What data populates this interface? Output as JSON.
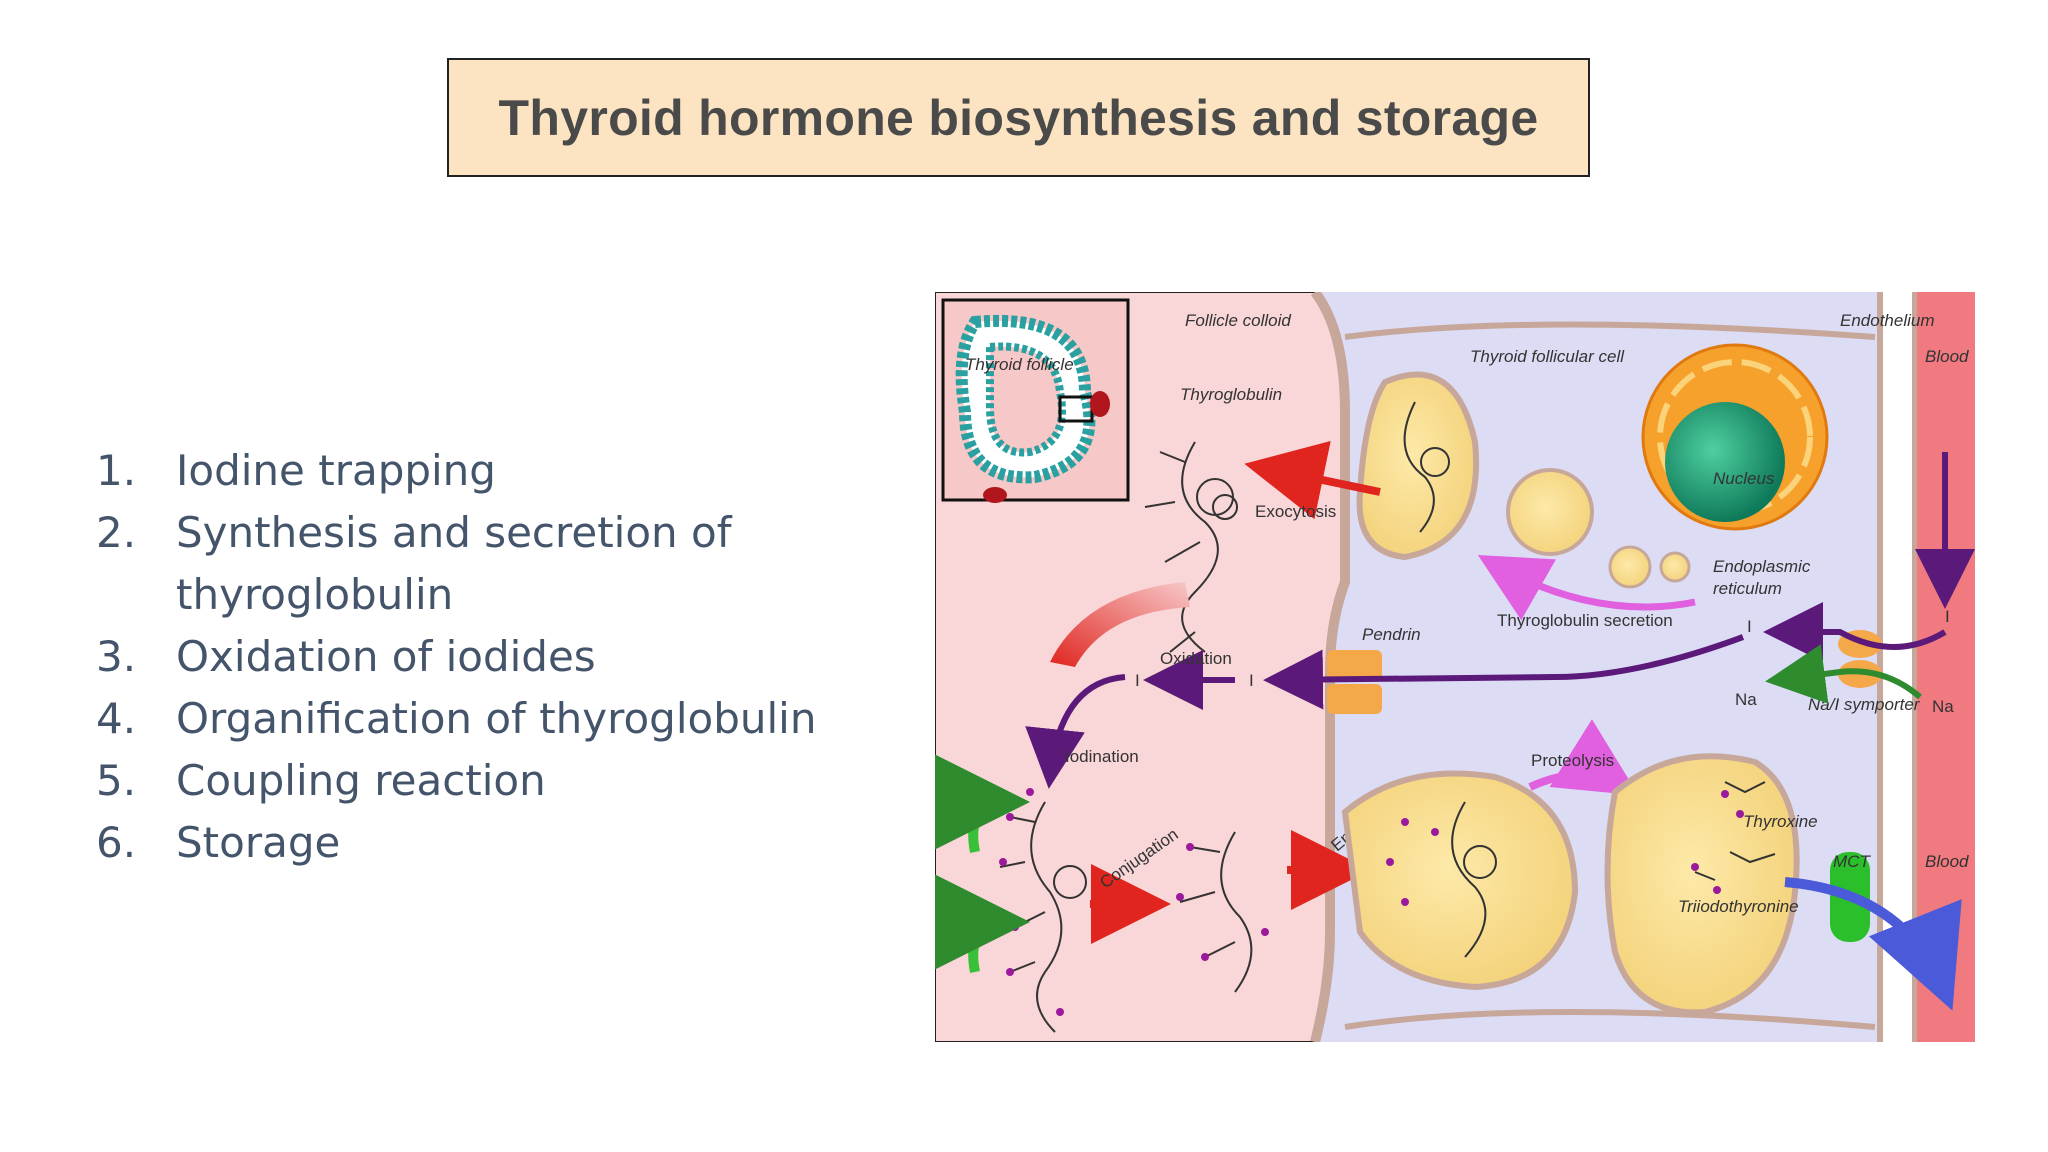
{
  "slide": {
    "title": "Thyroid hormone biosynthesis and storage",
    "steps": [
      {
        "num": "1.",
        "text": "Iodine trapping"
      },
      {
        "num": "2.",
        "text": "Synthesis and secretion of",
        "cont": "thyroglobulin"
      },
      {
        "num": "3.",
        "text": "Oxidation of iodides"
      },
      {
        "num": "4.",
        "text": "Organification of thyroglobulin"
      },
      {
        "num": "5.",
        "text": "Coupling reaction"
      },
      {
        "num": "6.",
        "text": "Storage"
      }
    ]
  },
  "diagram": {
    "labels": {
      "follicle_colloid": "Follicle colloid",
      "thyroid_follicle": "Thyroid follicle",
      "thyroglobulin": "Thyroglobulin",
      "thyroid_follicular_cell": "Thyroid follicular cell",
      "endothelium": "Endothelium",
      "blood_top": "Blood",
      "blood_bottom": "Blood",
      "nucleus": "Nucleus",
      "exocytosis": "Exocytosis",
      "endoplasmic": "Endoplasmic",
      "reticulum": "reticulum",
      "thyroglobulin_secretion": "Thyroglobulin secretion",
      "pendrin": "Pendrin",
      "oxidation": "Oxidation",
      "iodide_left": "I",
      "iodine_i0": "I",
      "iodide_cell": "I",
      "iodide_blood": "I",
      "na_left": "Na",
      "na_right": "Na",
      "na_i_symporter": "Na/I symporter",
      "iodination": "Iodination",
      "conjugation": "Conjugation",
      "endocytosis": "Endocytosis",
      "proteolysis": "Proteolysis",
      "thyroxine": "Thyroxine",
      "triiodothyronine": "Triiodothyronine",
      "mct": "MCT"
    }
  }
}
